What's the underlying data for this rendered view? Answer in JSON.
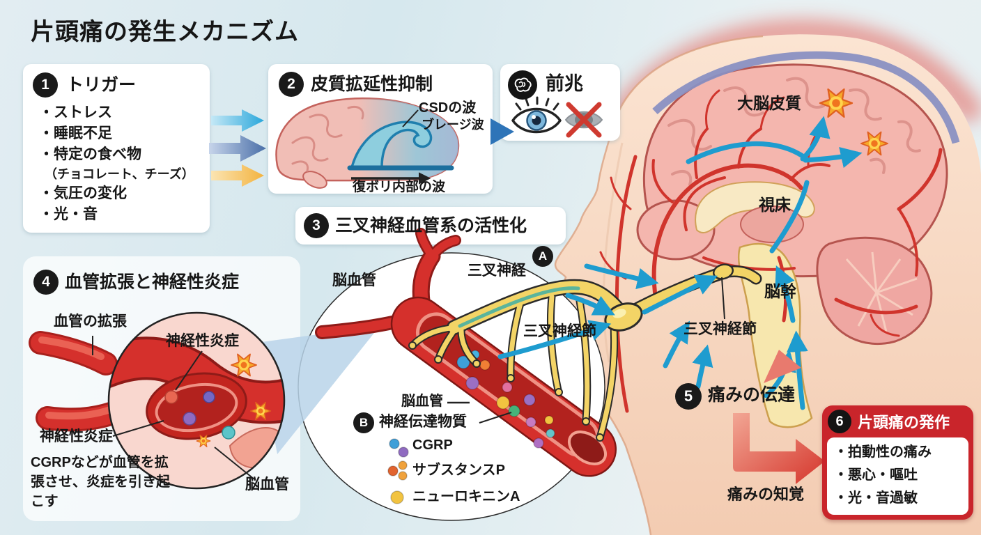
{
  "title": "片頭痛の発生メカニズム",
  "colors": {
    "accent_red": "#c9252b",
    "trigger_arrow_cyan": "#2aa7db",
    "trigger_arrow_blue": "#4a6fa8",
    "trigger_arrow_yellow": "#f3b33f",
    "vessel_red": "#d5302c",
    "nerve_yellow": "#f3d466",
    "flow_arrow_blue": "#1e9ccf",
    "dot_cgrp_blue": "#3f9fd8",
    "dot_cgrp_purple": "#8f6bc0",
    "dot_substancep_dark": "#e2642f",
    "dot_substancep_light": "#f0a23c",
    "dot_neurokinin_yellow": "#f2c340"
  },
  "step1": {
    "number": "1",
    "title": "トリガー",
    "items": [
      "・ストレス",
      "・睡眠不足",
      "・特定の食べ物",
      "（チョコレート、チーズ）",
      "・気圧の変化",
      "・光・音"
    ]
  },
  "step2": {
    "number": "2",
    "title": "皮質拡延性抑制",
    "labels": {
      "csd_wave": "CSDの波",
      "spread_wave": "ブレージ波",
      "internal_wave": "復ボリ内部の波"
    }
  },
  "aura": {
    "title": "前兆"
  },
  "step3": {
    "number": "3",
    "title": "三叉神経血管系の活性化",
    "labels": {
      "vessel_top": "脳血管",
      "nerve": "三叉神経",
      "nerve_badge": "A",
      "ganglion": "三叉神経節",
      "vessel_bottom": "脳血管",
      "transmitter_badge": "B",
      "transmitter": "神経伝達物質",
      "legend": [
        "CGRP",
        "サブスタンスP",
        "ニューロキニンA"
      ]
    }
  },
  "step4": {
    "number": "4",
    "title": "血管拡張と神経性炎症",
    "labels": {
      "dilation": "血管の拡張",
      "inflammation_top": "神経性炎症",
      "inflammation_left": "神経性炎症",
      "vessel": "脳血管",
      "note": "CGRPなどが血管を拡張させ、炎症を引き起こす"
    }
  },
  "step5": {
    "number": "5",
    "title": "痛みの伝達",
    "perception": "痛みの知覚"
  },
  "step6": {
    "number": "6",
    "title": "片頭痛の発作",
    "items": [
      "・拍動性の痛み",
      "・悪心・嘔吐",
      "・光・音過敏"
    ]
  },
  "brain": {
    "cortex": "大脳皮質",
    "thalamus": "視床",
    "brainstem": "脳幹",
    "ganglion": "三叉神経節"
  }
}
